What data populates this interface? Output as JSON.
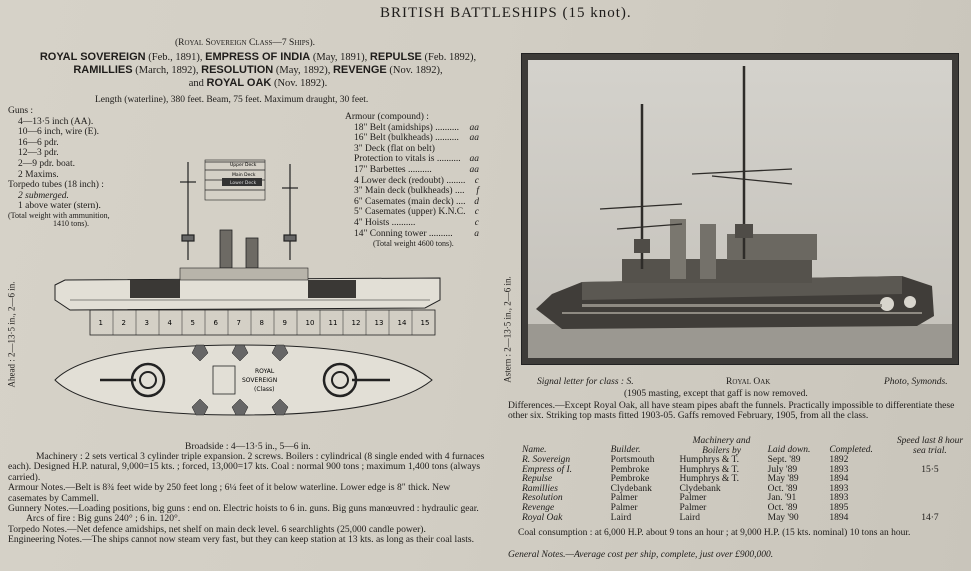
{
  "header": {
    "title": "BRITISH BATTLESHIPS (15 knot)."
  },
  "class_line": "(Royal Sovereign Class—7 Ships).",
  "ships_line1": [
    {
      "name": "ROYAL SOVEREIGN",
      "date": "(Feb., 1891),"
    },
    {
      "name": "EMPRESS OF INDIA",
      "date": "(May, 1891),"
    },
    {
      "name": "REPULSE",
      "date": "(Feb. 1892),"
    }
  ],
  "ships_line2": [
    {
      "name": "RAMILLIES",
      "date": "(March, 1892),"
    },
    {
      "name": "RESOLUTION",
      "date": "(May, 1892),"
    },
    {
      "name": "REVENGE",
      "date": "(Nov. 1892),"
    }
  ],
  "ships_line3": {
    "prefix": "and",
    "name": "ROYAL OAK",
    "date": "(Nov. 1892)."
  },
  "dimensions": "Length (waterline), 380 feet. Beam, 75 feet. Maximum draught, 30 feet.",
  "guns": {
    "heading": "Guns :",
    "items": [
      "4—13·5 inch (AA).",
      "10—6 inch, wire (E).",
      "16—6 pdr.",
      "12—3 pdr.",
      "2—9 pdr. boat.",
      "2 Maxims."
    ],
    "torpedo_heading": "Torpedo tubes (18 inch) :",
    "torpedo_items": [
      "2 submerged.",
      "1 above water (stern)."
    ],
    "torpedo_note1": "(Total weight with ammunition,",
    "torpedo_note2": "1410 tons)."
  },
  "armour": {
    "heading": "Armour (compound) :",
    "rows": [
      {
        "label": "18\" Belt (amidships) ..........",
        "code": "aa"
      },
      {
        "label": "16\" Belt (bulkheads) ..........",
        "code": "aa"
      },
      {
        "label": "3\" Deck (flat on belt)",
        "code": ""
      },
      {
        "label": "Protection to vitals is ..........",
        "code": "aa"
      },
      {
        "label": "17\" Barbettes ..........",
        "code": "aa"
      },
      {
        "label": "4 Lower deck (redoubt) ..........",
        "code": "c"
      },
      {
        "label": "3\" Main deck (bulkheads) ......",
        "code": "f"
      },
      {
        "label": "6\" Casemates (main deck) ......",
        "code": "d"
      },
      {
        "label": "5\" Casemates (upper) K.N.C.",
        "code": "c"
      },
      {
        "label": "4\" Hoists ..........",
        "code": "c"
      },
      {
        "label": "14\" Conning tower ..........",
        "code": "a"
      }
    ],
    "total": "(Total weight 4600 tons)."
  },
  "drawing": {
    "ahead_label": "Ahead : 2—13·5 in., 2—6 in.",
    "astern_label": "Astern : 2—13·5 in., 2—6 in.",
    "plan_label_1": "ROYAL",
    "plan_label_2": "SOVEREIGN",
    "plan_label_3": "(Class)",
    "section_numbers": [
      "1",
      "2",
      "3",
      "4",
      "5",
      "6",
      "7",
      "8",
      "9",
      "10",
      "11",
      "12",
      "13",
      "14",
      "15"
    ],
    "deck_labels": [
      "Upper Deck",
      "Main Deck",
      "Lower Deck"
    ],
    "broadside": "Broadside : 4—13·5 in., 5—6 in."
  },
  "left_notes": [
    "Machinery : 2 sets vertical 3 cylinder triple expansion. 2 screws. Boilers : cylindrical (8 single ended with 4 furnaces each). Designed H.P. natural, 9,000=15 kts. ; forced, 13,000=17 kts. Coal : normal 900 tons ; maximum 1,400 tons (always carried).",
    "Armour Notes.—Belt is 8¾ feet wide by 250 feet long ; 6¼ feet of it below waterline. Lower edge is 8\" thick. New casemates by Cammell.",
    "Gunnery Notes.—Loading positions, big guns : end on. Electric hoists to 6 in. guns. Big guns manœuvred : hydraulic gear.",
    "Arcs of fire : Big guns 240° ; 6 in. 120°.",
    "Torpedo Notes.—Net defence amidships, net shelf on main deck level. 6 searchlights (25,000 candle power).",
    "Engineering Notes.—The ships cannot now steam very fast, but they can keep station at 13 kts. as long as their coal lasts."
  ],
  "photo": {
    "signal": "Signal letter for class : S.",
    "ship": "Royal Oak",
    "credit": "Photo, Symonds.",
    "masting": "(1905 masting, except that gaff is now removed."
  },
  "differences": "Differences.—Except Royal Oak, all have steam pipes abaft the funnels. Practically impossible to differentiate these other six. Striking top masts fitted 1903-05. Gaffs removed February, 1905, from all the class.",
  "build_table": {
    "headers": [
      "Name.",
      "Builder.",
      "Machinery and Boilers by",
      "Laid down.",
      "Completed.",
      "Speed last 8 hour sea trial."
    ],
    "rows": [
      [
        "R. Sovereign",
        "Portsmouth",
        "Humphrys & T.",
        "Sept. '89",
        "1892",
        ""
      ],
      [
        "Empress of I.",
        "Pembroke",
        "Humphrys & T.",
        "July '89",
        "1893",
        "15·5"
      ],
      [
        "Repulse",
        "Pembroke",
        "Humphrys & T.",
        "May '89",
        "1894",
        ""
      ],
      [
        "Ramillies",
        "Clydebank",
        "Clydebank",
        "Oct. '89",
        "1893",
        ""
      ],
      [
        "Resolution",
        "Palmer",
        "Palmer",
        "Jan. '91",
        "1893",
        ""
      ],
      [
        "Revenge",
        "Palmer",
        "Palmer",
        "Oct. '89",
        "1895",
        ""
      ],
      [
        "Royal Oak",
        "Laird",
        "Laird",
        "May '90",
        "1894",
        "14·7"
      ]
    ]
  },
  "coal_consumption": "Coal consumption : at 6,000 H.P. about 9 tons an hour ; at 9,000 H.P. (15 kts. nominal) 10 tons an hour.",
  "general_notes": "General Notes.—Average cost per ship, complete, just over £900,000."
}
